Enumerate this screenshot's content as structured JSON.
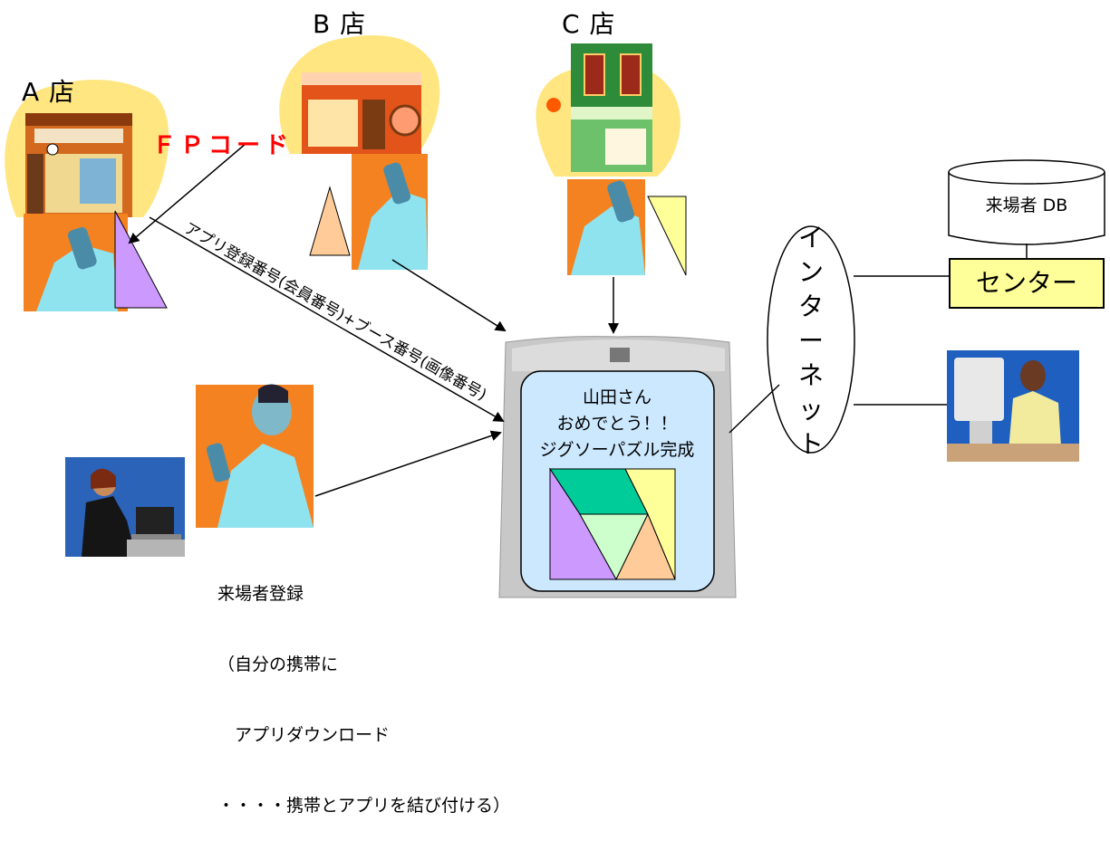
{
  "stores": {
    "a": {
      "label": "A 店"
    },
    "b": {
      "label": "B 店"
    },
    "c": {
      "label": "C 店"
    }
  },
  "fp_code": "ＦＰコード",
  "arrow_label": "アプリ登録番号(会員番号)+ブース番号(画像番号)",
  "phone_screen": {
    "line1": "山田さん",
    "line2": "おめでとう！！",
    "line3": "ジグソーパズル完成"
  },
  "internet": [
    "イ",
    "ン",
    "タ",
    "ー",
    "ネ",
    "ッ",
    "ト"
  ],
  "center": {
    "label": "センター"
  },
  "database": {
    "label": "来場者 DB"
  },
  "registration": {
    "line1": "来場者登録",
    "line2": "（自分の携帯に",
    "line3": "　アプリダウンロード",
    "line4": "・・・・携帯とアプリを結び付ける）"
  },
  "colors": {
    "purple": "#cc99ff",
    "peach": "#ffcc99",
    "yellow": "#ffff99",
    "green": "#00cc99",
    "lightgreen": "#ccffcc",
    "screen": "#cce8ff",
    "orange": "#f58220"
  }
}
